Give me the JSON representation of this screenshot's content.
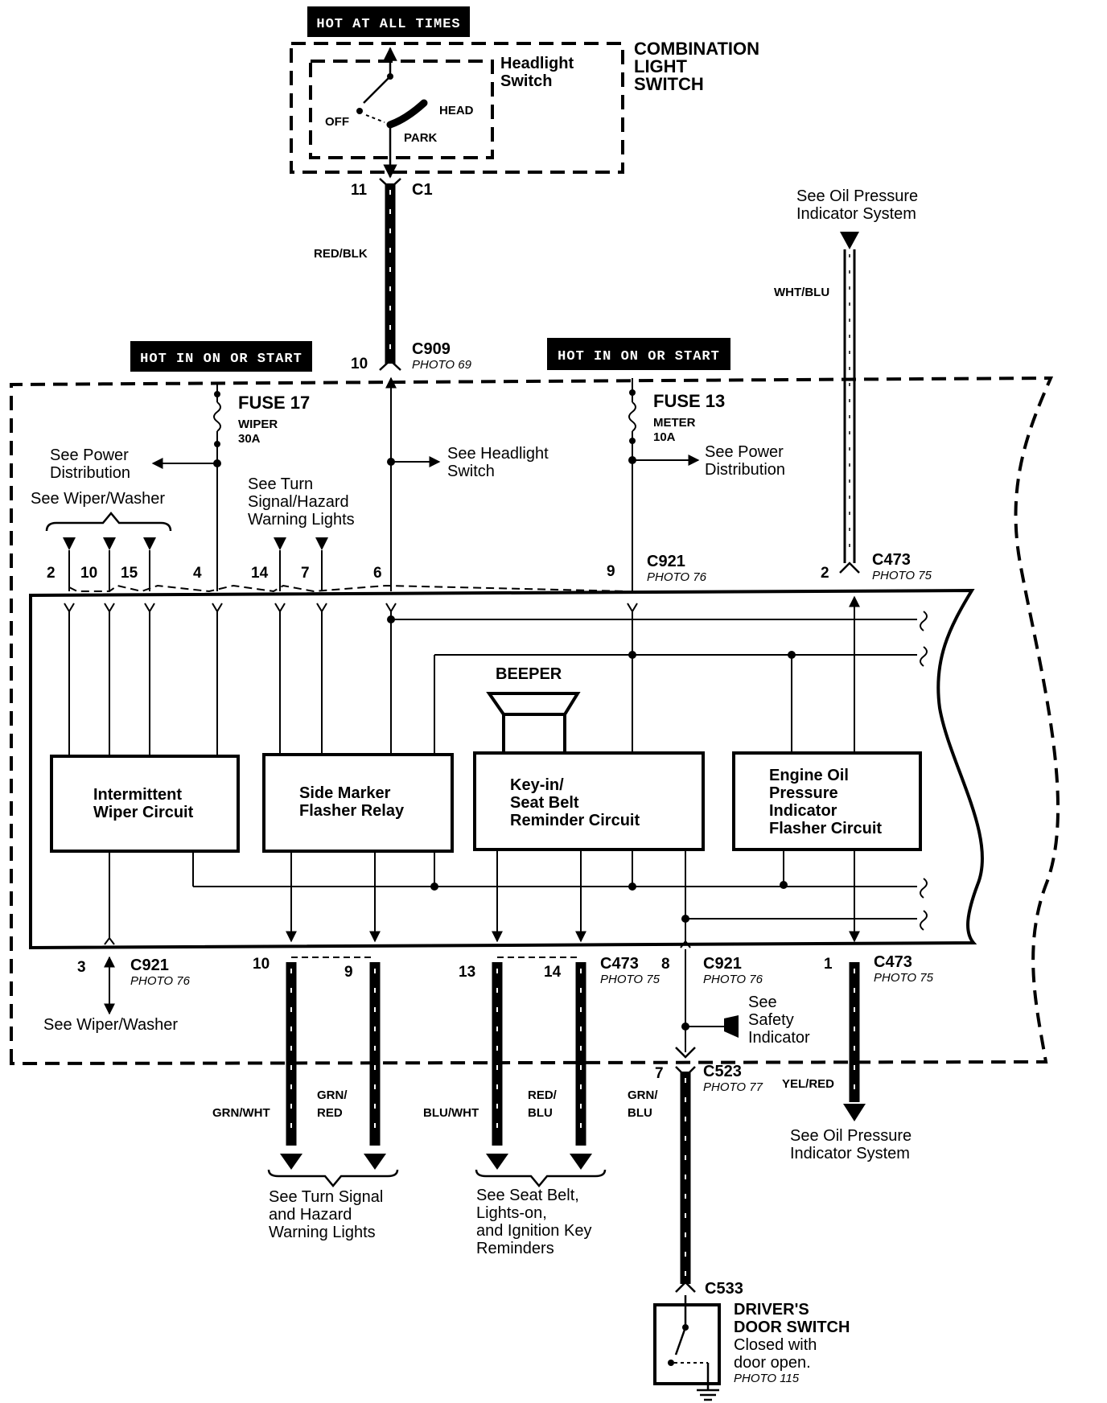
{
  "hot_labels": {
    "hot_all": "HOT AT ALL TIMES",
    "hot_on_left": "HOT IN ON OR START",
    "hot_on_right": "HOT IN ON OR START"
  },
  "combination_switch": {
    "title_line1": "COMBINATION",
    "title_line2": "LIGHT",
    "title_line3": "SWITCH",
    "inner_line1": "Headlight",
    "inner_line2": "Switch",
    "pos_off": "OFF",
    "pos_head": "HEAD",
    "pos_park": "PARK"
  },
  "connectors": {
    "c1": "C1",
    "c1_pin": "11",
    "c909": "C909",
    "c909_photo": "PHOTO 69",
    "c909_pin": "10",
    "c921_top": "C921",
    "c921_top_photo": "PHOTO 76",
    "c921_top_pin": "9",
    "c473_top": "C473",
    "c473_top_photo": "PHOTO 75",
    "c473_top_pin": "2",
    "c921_bl": "C921",
    "c921_bl_photo": "PHOTO 76",
    "c921_bl_pin": "3",
    "c473_bm": "C473",
    "c473_bm_photo": "PHOTO 75",
    "c921_br": "C921",
    "c921_br_photo": "PHOTO 76",
    "c921_br_pin": "8",
    "c473_br": "C473",
    "c473_br_photo": "PHOTO 75",
    "c473_br_pin": "1",
    "c523": "C523",
    "c523_photo": "PHOTO 77",
    "c523_pin": "7",
    "c533": "C533"
  },
  "wires": {
    "red_blk": "RED/BLK",
    "wht_blu": "WHT/BLU",
    "grn_wht": "GRN/WHT",
    "grn_red_1": "GRN/",
    "grn_red_2": "RED",
    "blu_wht": "BLU/WHT",
    "red_blu_1": "RED/",
    "red_blu_2": "BLU",
    "grn_blu_1": "GRN/",
    "grn_blu_2": "BLU",
    "yel_red": "YEL/RED"
  },
  "fuses": {
    "f17": "FUSE 17",
    "f17_name": "WIPER",
    "f17_amp": "30A",
    "f13": "FUSE 13",
    "f13_name": "METER",
    "f13_amp": "10A"
  },
  "refs": {
    "oil_top_1": "See Oil Pressure",
    "oil_top_2": "Indicator System",
    "power_left_1": "See Power",
    "power_left_2": "Distribution",
    "headlight_1": "See Headlight",
    "headlight_2": "Switch",
    "power_right_1": "See Power",
    "power_right_2": "Distribution",
    "wiper_top": "See Wiper/Washer",
    "turn_top_1": "See Turn",
    "turn_top_2": "Signal/Hazard",
    "turn_top_3": "Warning Lights",
    "wiper_bottom": "See  Wiper/Washer",
    "safety_1": "See",
    "safety_2": "Safety",
    "safety_3": "Indicator",
    "turn_bottom_1": "See Turn Signal",
    "turn_bottom_2": "and Hazard",
    "turn_bottom_3": "Warning Lights",
    "seat_1": "See Seat Belt,",
    "seat_2": "Lights-on,",
    "seat_3": "and Ignition Key",
    "seat_4": "Reminders",
    "oil_bottom_1": "See Oil Pressure",
    "oil_bottom_2": "Indicator System"
  },
  "top_pins": {
    "p2": "2",
    "p10": "10",
    "p15": "15",
    "p4": "4",
    "p14": "14",
    "p7": "7",
    "p6": "6"
  },
  "bottom_pins": {
    "p10": "10",
    "p9": "9",
    "p13": "13",
    "p14": "14"
  },
  "beeper": "BEEPER",
  "components": {
    "wiper_1": "Intermittent",
    "wiper_2": "Wiper Circuit",
    "side_1": "Side Marker",
    "side_2": "Flasher Relay",
    "keyin_1": "Key-in/",
    "keyin_2": "Seat Belt",
    "keyin_3": "Reminder Circuit",
    "oil_1": "Engine Oil",
    "oil_2": "Pressure",
    "oil_3": "Indicator",
    "oil_4": "Flasher Circuit"
  },
  "door_switch": {
    "title_1": "DRIVER'S",
    "title_2": "DOOR SWITCH",
    "note_1": "Closed with",
    "note_2": "door open.",
    "photo": "PHOTO 115"
  }
}
